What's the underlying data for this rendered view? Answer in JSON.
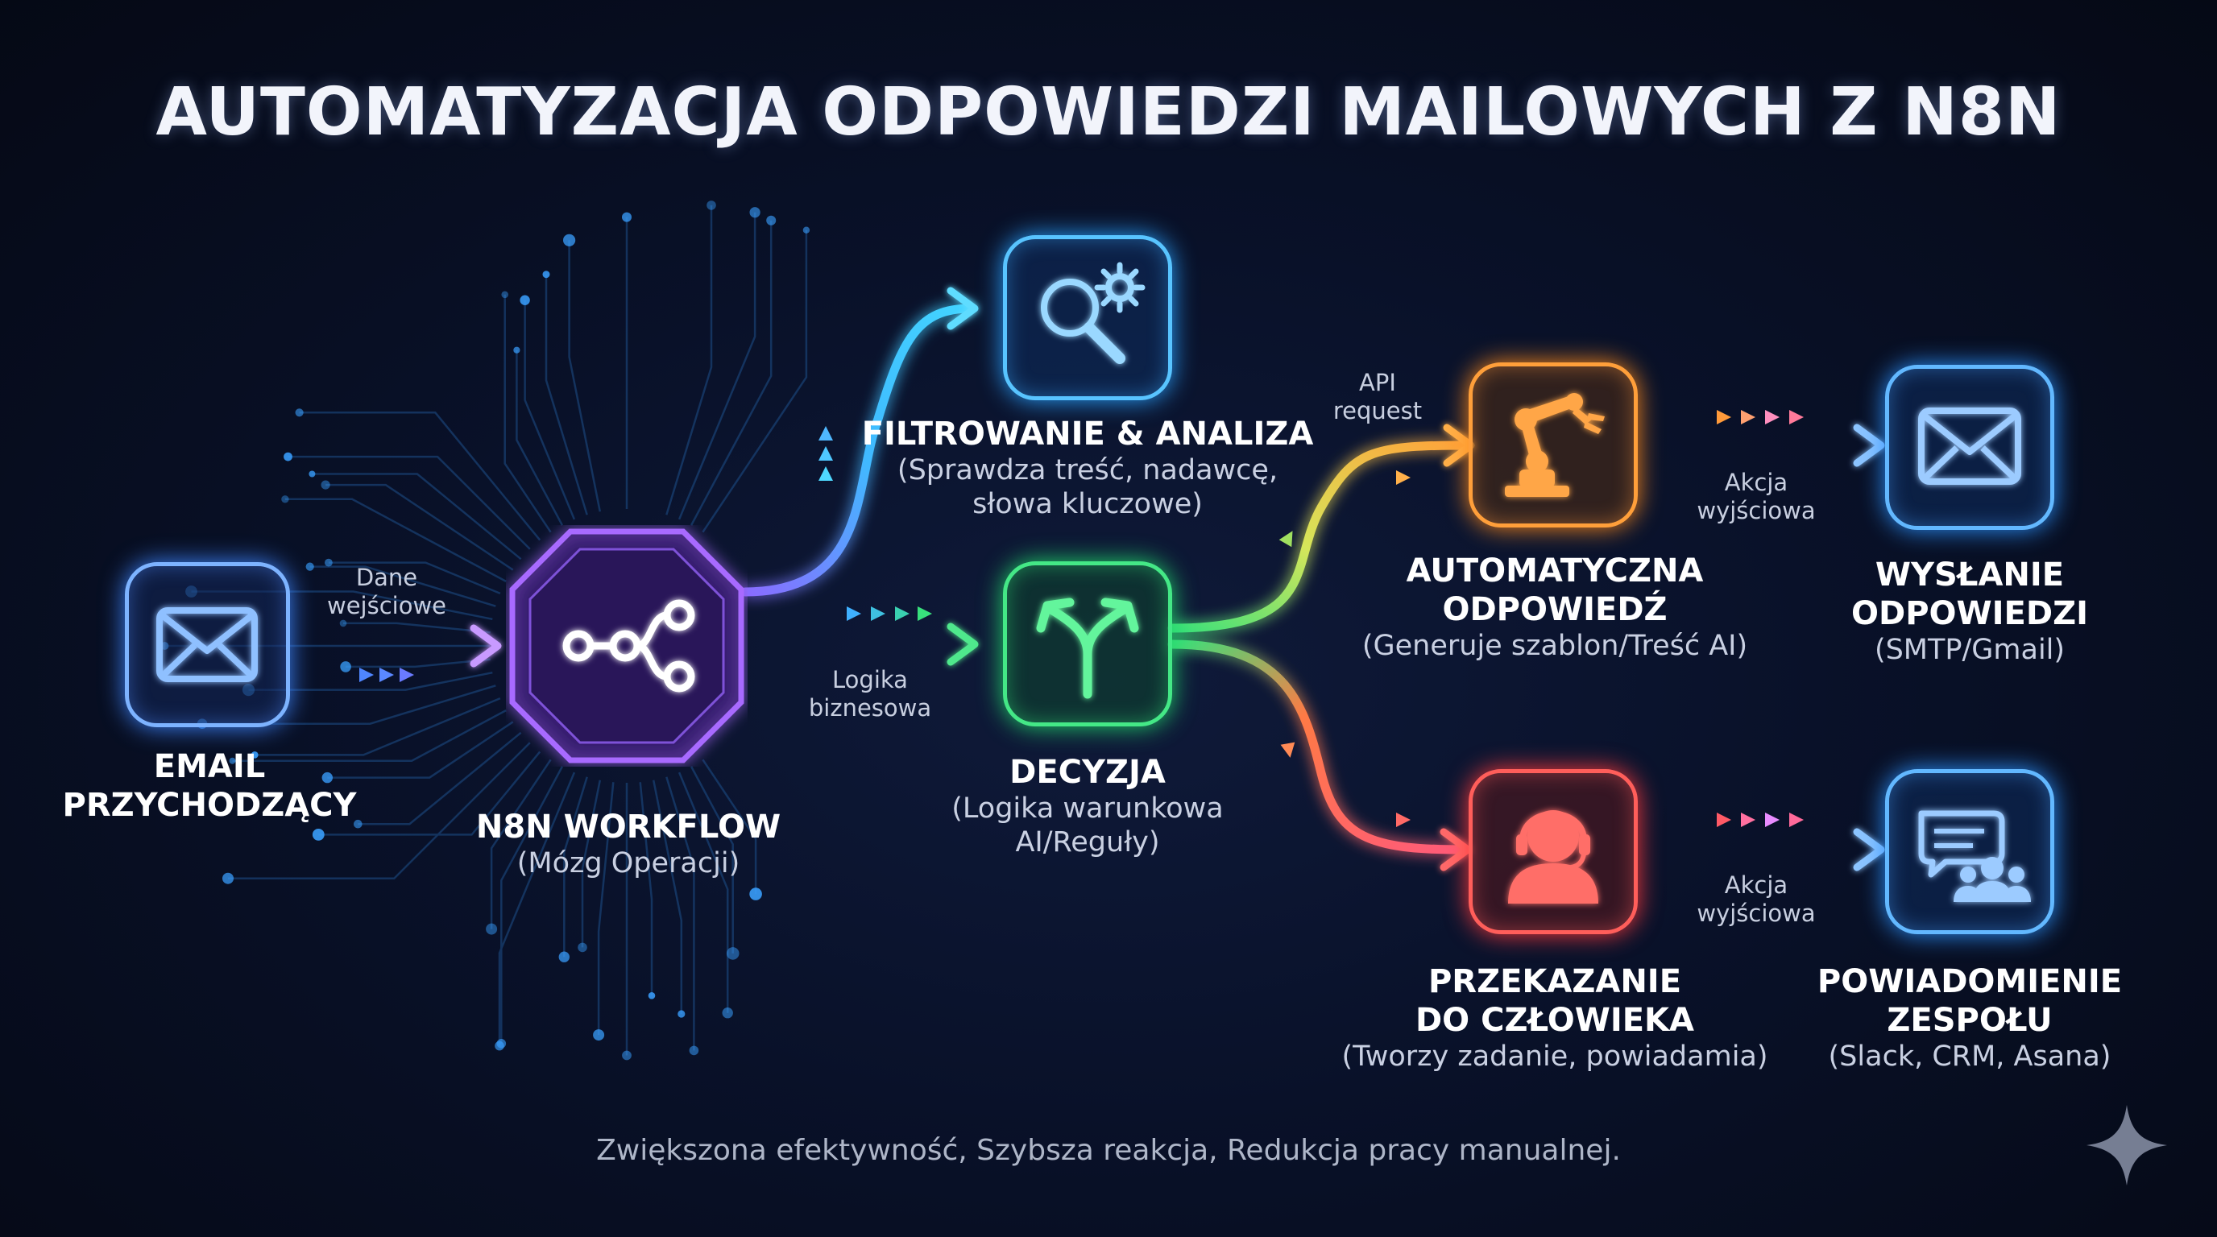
{
  "title": "AUTOMATYZACJA ODPOWIEDZI MAILOWYCH Z N8N",
  "nodes": {
    "email_in": {
      "title": "EMAIL\nPRZYCHODZĄCY",
      "icon": "envelope-icon",
      "color": "#6aa8ff"
    },
    "workflow": {
      "title": "N8N WORKFLOW",
      "subtitle": "(Mózg Operacji)",
      "icon": "n8n-nodes-icon",
      "color": "#9b59ff"
    },
    "filter": {
      "title": "FILTROWANIE & ANALIZA",
      "subtitle": "(Sprawdza treść, nadawcę,\nsłowa kluczowe)",
      "icon": "magnifier-gear-icon",
      "color": "#3fb6ff"
    },
    "decision": {
      "title": "DECYZJA",
      "subtitle": "(Logika warunkowa\nAI/Reguły)",
      "icon": "split-arrow-icon",
      "color": "#33e07a"
    },
    "auto_reply": {
      "title": "AUTOMATYCZNA\nODPOWIEDŹ",
      "subtitle": "(Generuje szablon/Treść AI)",
      "icon": "robot-arm-icon",
      "color": "#ff9a2e"
    },
    "send": {
      "title": "WYSŁANIE\nODPOWIEDZI",
      "subtitle": "(SMTP/Gmail)",
      "icon": "envelope-icon",
      "color": "#4fb0ff"
    },
    "handoff": {
      "title": "PRZEKAZANIE\nDO CZŁOWIEKA",
      "subtitle": "(Tworzy zadanie, powiadamia)",
      "icon": "headset-person-icon",
      "color": "#ff5a56"
    },
    "notify": {
      "title": "POWIADOMIENIE\nZESPOŁU",
      "subtitle": "(Slack, CRM, Asana)",
      "icon": "chat-team-icon",
      "color": "#4fb0ff"
    }
  },
  "edge_labels": {
    "input_data": "Dane\nwejściowe",
    "business_logic": "Logika\nbiznesowa",
    "api_request": "API\nrequest",
    "output_action_1": "Akcja\nwyjściowa",
    "output_action_2": "Akcja\nwyjściowa"
  },
  "footer": "Zwiększona efektywność, Szybsza reakcja, Redukcja pracy manualnej.",
  "sparkle_icon": "sparkle-icon"
}
